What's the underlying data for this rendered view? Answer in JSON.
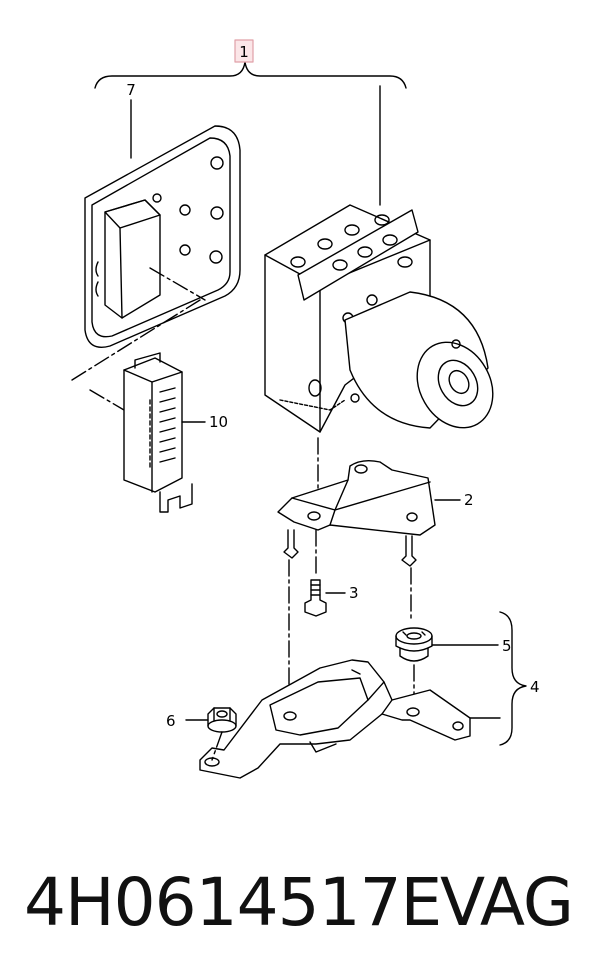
{
  "callouts": {
    "assembly": "1",
    "bracket": "2",
    "bolt": "3",
    "mount_set": "4",
    "buffer": "5",
    "nut": "6",
    "control_unit": "7",
    "connector": "10"
  },
  "footer": {
    "part_number": "4H0614517E",
    "brand": "VAG"
  },
  "colors": {
    "highlight_box": "#e0a0a8",
    "highlight_fill": "#fbe6e8",
    "line": "#000000"
  }
}
